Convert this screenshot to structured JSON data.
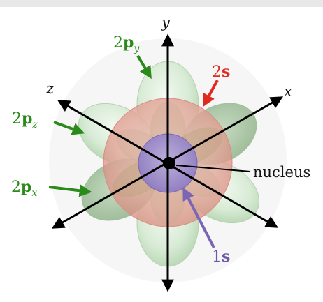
{
  "axes": {
    "x": "x",
    "y": "y",
    "z": "z"
  },
  "orbitals": {
    "p_y": {
      "num": "2",
      "letter": "p",
      "sub": "y"
    },
    "p_z": {
      "num": "2",
      "letter": "p",
      "sub": "z"
    },
    "p_x": {
      "num": "2",
      "letter": "p",
      "sub": "x"
    },
    "s2": {
      "num": "2",
      "letter": "s"
    },
    "s1": {
      "num": "1",
      "letter": "s"
    }
  },
  "nucleus_label": "nucleus",
  "colors": {
    "p_orbital_label": "#2a8a1a",
    "s2_label": "#e12a1f",
    "s1_label": "#6e58a8",
    "lobe_fill": "#cfe6cd",
    "s2_sphere": "#e6a69c",
    "s1_sphere": "#8f7fc9",
    "axis": "#000000"
  }
}
